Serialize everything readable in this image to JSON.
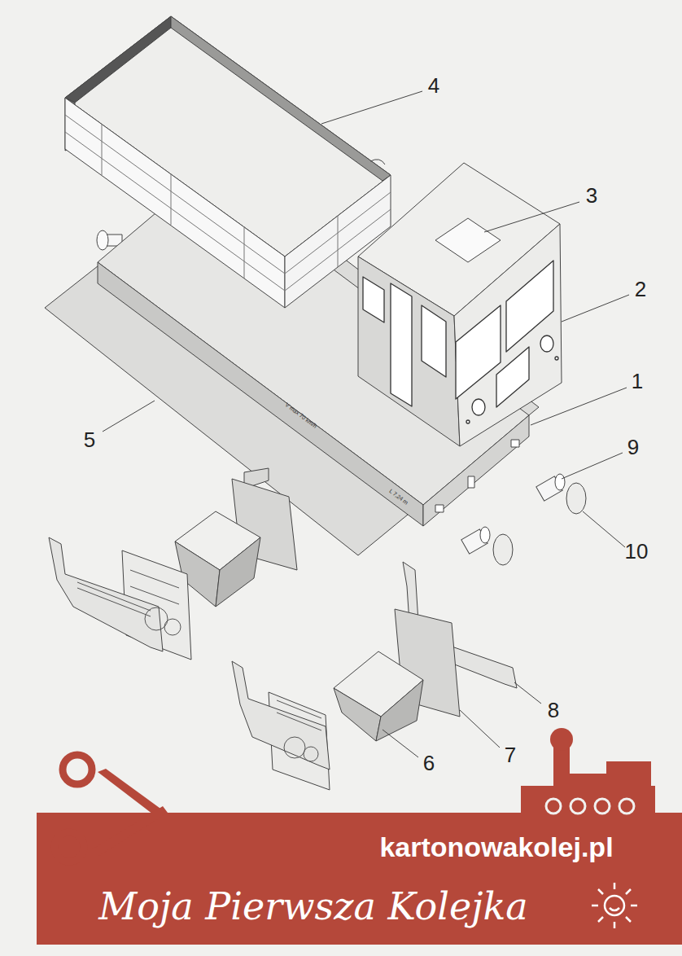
{
  "diagram": {
    "labels": [
      "4",
      "3",
      "2",
      "1",
      "9",
      "10",
      "5",
      "8",
      "6",
      "7",
      "V max 70 km/h",
      "L 7,24 m",
      "kartonowakolej.pl",
      "Moja Pierwsza Kolejka"
    ]
  }
}
